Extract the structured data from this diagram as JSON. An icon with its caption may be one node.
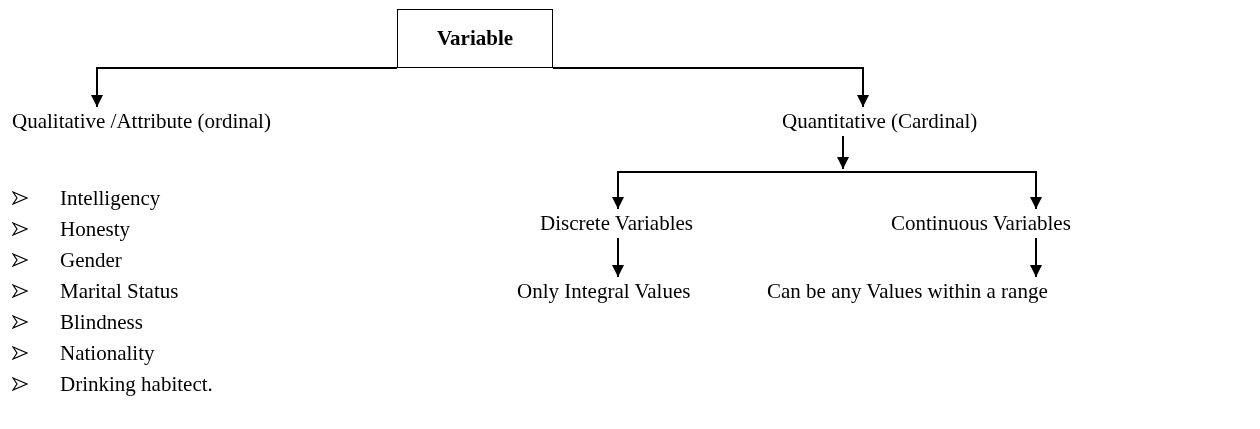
{
  "diagram": {
    "nodes": [
      {
        "text": [
          "Variable"
        ]
      },
      {
        "text": [
          "Qualitative /Attribute (ordinal)"
        ]
      },
      {
        "text": [
          "Quantitative (Cardinal)"
        ]
      },
      {
        "text": [
          "Discrete Variables"
        ]
      },
      {
        "text": [
          "Continuous Variables"
        ]
      },
      {
        "text": [
          "Only Integral Values"
        ]
      },
      {
        "text": [
          "Can be any Values within a range"
        ]
      }
    ],
    "edges": [
      {
        "from": 0,
        "to": 1,
        "arrow": "to"
      },
      {
        "from": 0,
        "to": 2,
        "arrow": "to"
      },
      {
        "from": 2,
        "to": 3,
        "arrow": "to"
      },
      {
        "from": 2,
        "to": 4,
        "arrow": "to"
      },
      {
        "from": 3,
        "to": 5,
        "arrow": "to"
      },
      {
        "from": 4,
        "to": 6,
        "arrow": "to"
      }
    ],
    "labels": [
      "Intelligency",
      "Honesty",
      "Gender",
      "Marital Status",
      "Blindness",
      "Nationality",
      "Drinking habitect."
    ]
  }
}
